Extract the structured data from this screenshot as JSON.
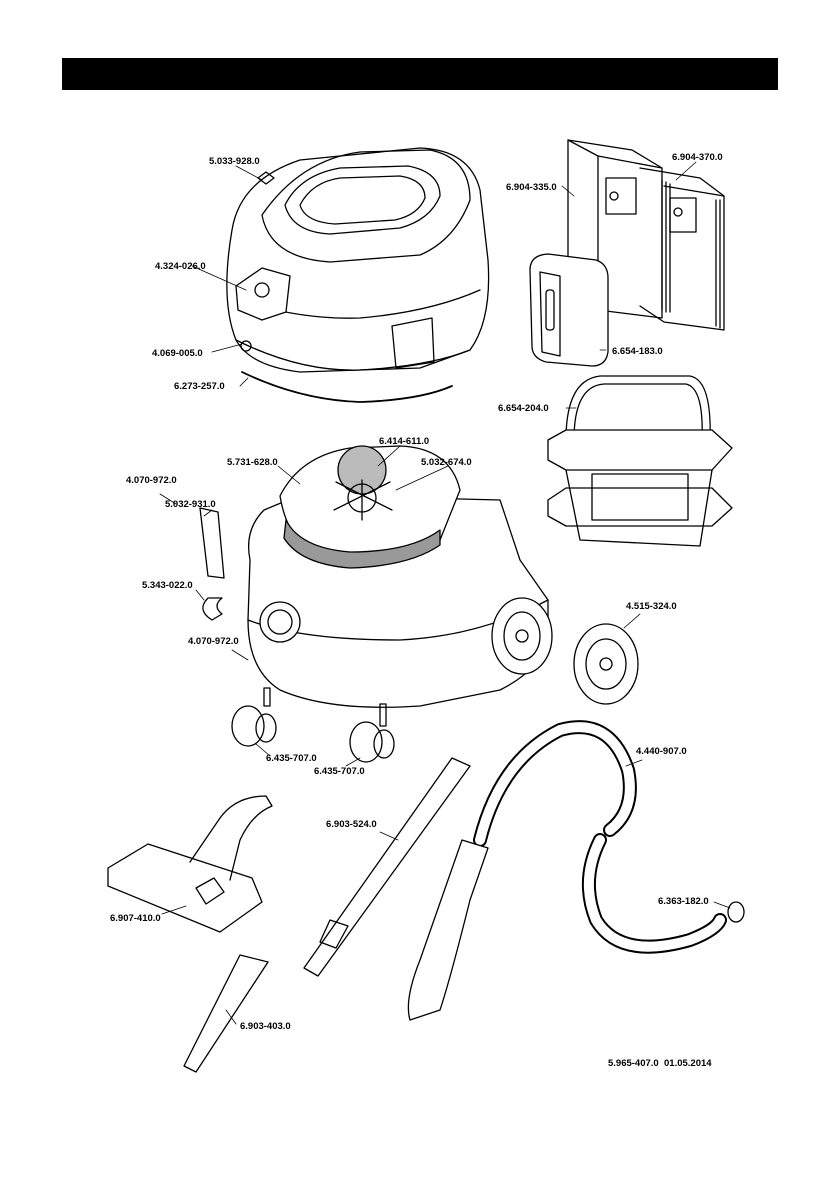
{
  "header": {
    "bar_color": "#000000"
  },
  "parts": {
    "p5033928": "5.033-928.0",
    "p4324026": "4.324-026.0",
    "p4069005": "4.069-005.0",
    "p6273257": "6.273-257.0",
    "p6904335": "6.904-335.0",
    "p6904370": "6.904-370.0",
    "p6654183": "6.654-183.0",
    "p6654204": "6.654-204.0",
    "p6414611": "6.414-611.0",
    "p5731628": "5.731-628.0",
    "p5032674": "5.032-674.0",
    "p4070972a": "4.070-972.0",
    "p5032931": "5.032-931.0",
    "p5343022": "5.343-022.0",
    "p4070972b": "4.070-972.0",
    "p4515324": "4.515-324.0",
    "p6435707a": "6.435-707.0",
    "p6435707b": "6.435-707.0",
    "p4440907": "4.440-907.0",
    "p6903524": "6.903-524.0",
    "p6363182": "6.363-182.0",
    "p6907410": "6.907-410.0",
    "p6903403": "6.903-403.0"
  },
  "footer": {
    "doc_number": "5.965-407.0",
    "date": "01.05.2014"
  }
}
